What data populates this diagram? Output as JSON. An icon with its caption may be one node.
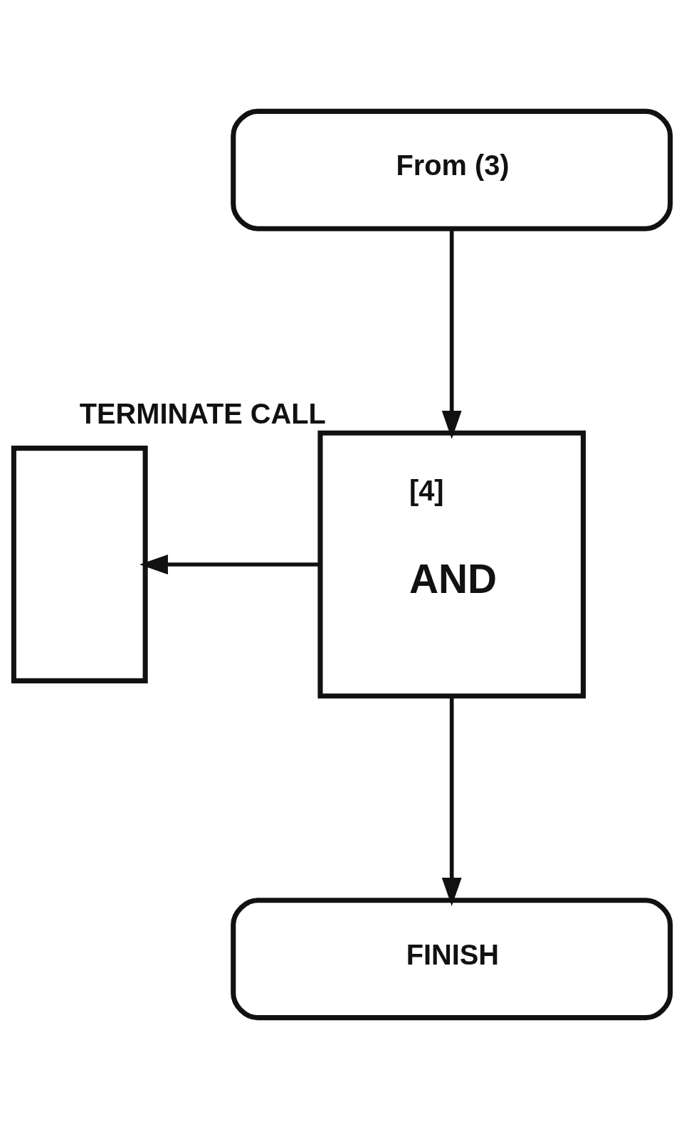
{
  "diagram": {
    "nodes": [
      {
        "text": [
          "From (3)"
        ]
      },
      {
        "text": [],
        "shape": "box"
      },
      {
        "text": [
          "[4]",
          "AND"
        ],
        "beside": [
          "TERMINATE CALL"
        ]
      },
      {
        "text": [
          "FINISH"
        ]
      }
    ],
    "edges": [
      {
        "from": 0,
        "to": 2,
        "arrow": "to"
      },
      {
        "from": 2,
        "to": 1,
        "arrow": "to"
      },
      {
        "from": 2,
        "to": 3,
        "arrow": "to"
      }
    ]
  }
}
